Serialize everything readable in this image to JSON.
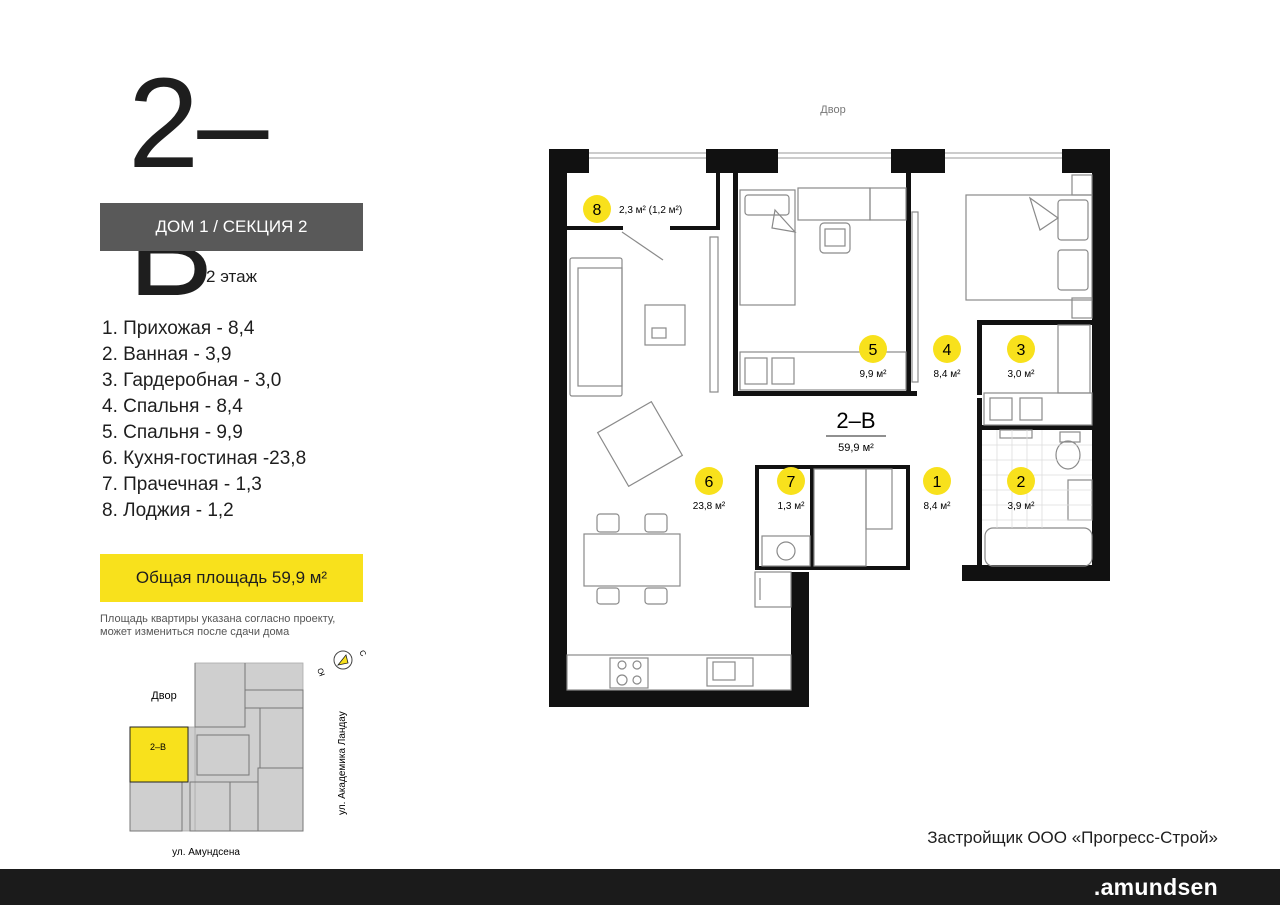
{
  "apartment": {
    "code": "2–B",
    "area": "59,9 м²"
  },
  "section": "ДОМ 1 / СЕКЦИЯ 2",
  "floor": "2 этаж",
  "rooms": [
    {
      "num": "1",
      "name": "Прихожая",
      "area": "8,4",
      "list_text": "1. Прихожая - 8,4",
      "plan_area": "8,4 м²"
    },
    {
      "num": "2",
      "name": "Ванная",
      "area": "3,9",
      "list_text": "2. Ванная - 3,9",
      "plan_area": "3,9 м²"
    },
    {
      "num": "3",
      "name": "Гардеробная",
      "area": "3,0",
      "list_text": "3. Гардеробная - 3,0",
      "plan_area": "3,0 м²"
    },
    {
      "num": "4",
      "name": "Спальня",
      "area": "8,4",
      "list_text": "4. Спальня - 8,4",
      "plan_area": "8,4 м²"
    },
    {
      "num": "5",
      "name": "Спальня",
      "area": "9,9",
      "list_text": "5. Спальня - 9,9",
      "plan_area": "9,9 м²"
    },
    {
      "num": "6",
      "name": "Кухня-гостиная",
      "area": "23,8",
      "list_text": "6. Кухня-гостиная -23,8",
      "plan_area": "23,8 м²"
    },
    {
      "num": "7",
      "name": "Прачечная",
      "area": "1,3",
      "list_text": "7. Прачечная - 1,3",
      "plan_area": "1,3 м²"
    },
    {
      "num": "8",
      "name": "Лоджия",
      "area": "1,2",
      "list_text": "8. Лоджия - 1,2",
      "plan_area": "2,3 м² (1,2 м²)"
    }
  ],
  "total_area": "Общая площадь 59,9 м²",
  "note": [
    "Площадь квартиры указана согласно проекту,",
    "может измениться после сдачи дома"
  ],
  "plan_labels": {
    "yard": "Двор"
  },
  "site": {
    "yard": "Двор",
    "street_bottom": "ул. Амундсена",
    "street_right": "ул. Академика Ландау",
    "unit": "2–В",
    "compass": {
      "north": "С",
      "south": "Ю"
    }
  },
  "developer": "Застройщик ООО «Прогресс-Строй»",
  "brand": ".amundsen",
  "colors": {
    "accent_yellow": "#f8e11c",
    "section_bar": "#595959",
    "footer_black": "#1b1b1b",
    "wall": "#111111",
    "furniture": "#8a8a8a",
    "site_grey": "#cfcfcf"
  }
}
